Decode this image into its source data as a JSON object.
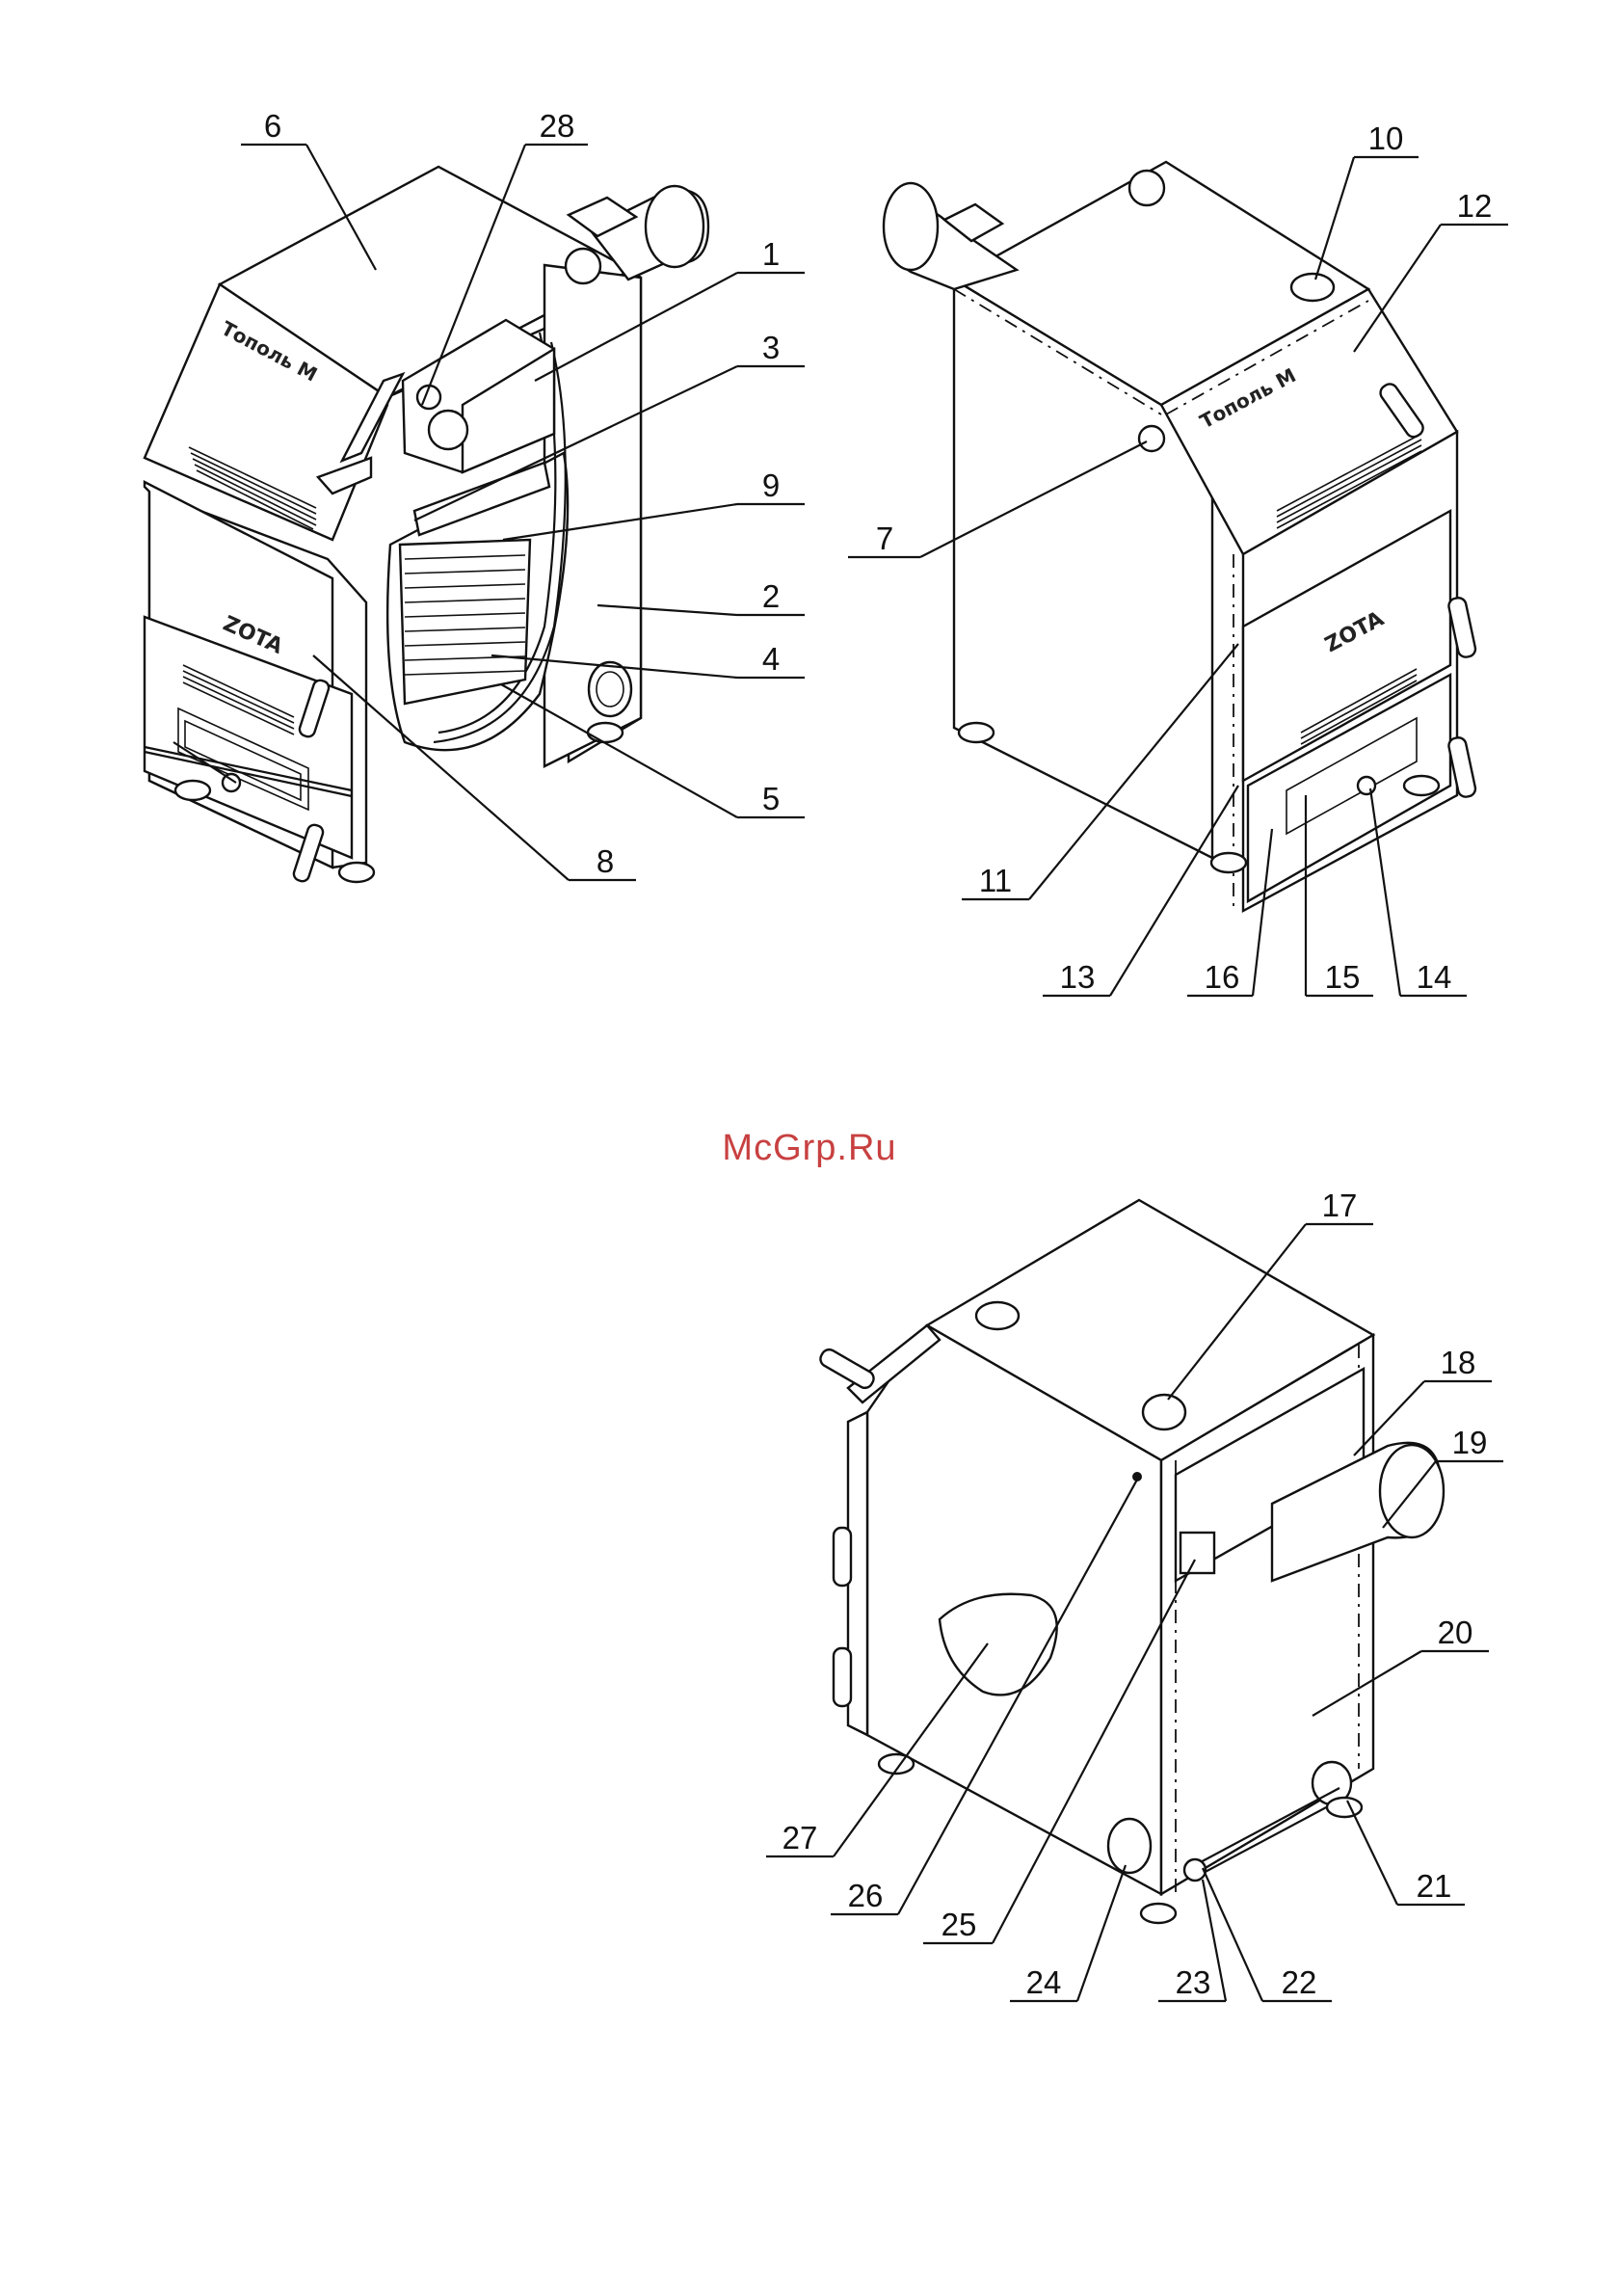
{
  "watermark": "McGrp.Ru",
  "views": {
    "front_left": {
      "brand_label": "Тополь М",
      "door_logo": "ZOTA",
      "callouts": [
        "6",
        "28",
        "1",
        "3",
        "9",
        "2",
        "4",
        "5",
        "8"
      ]
    },
    "front_right": {
      "brand_label": "Тополь М",
      "door_logo": "ZOTA",
      "callouts": [
        "10",
        "12",
        "7",
        "11",
        "13",
        "16",
        "15",
        "14"
      ]
    },
    "rear": {
      "callouts": [
        "17",
        "18",
        "19",
        "20",
        "21",
        "22",
        "23",
        "24",
        "25",
        "26",
        "27"
      ]
    }
  }
}
